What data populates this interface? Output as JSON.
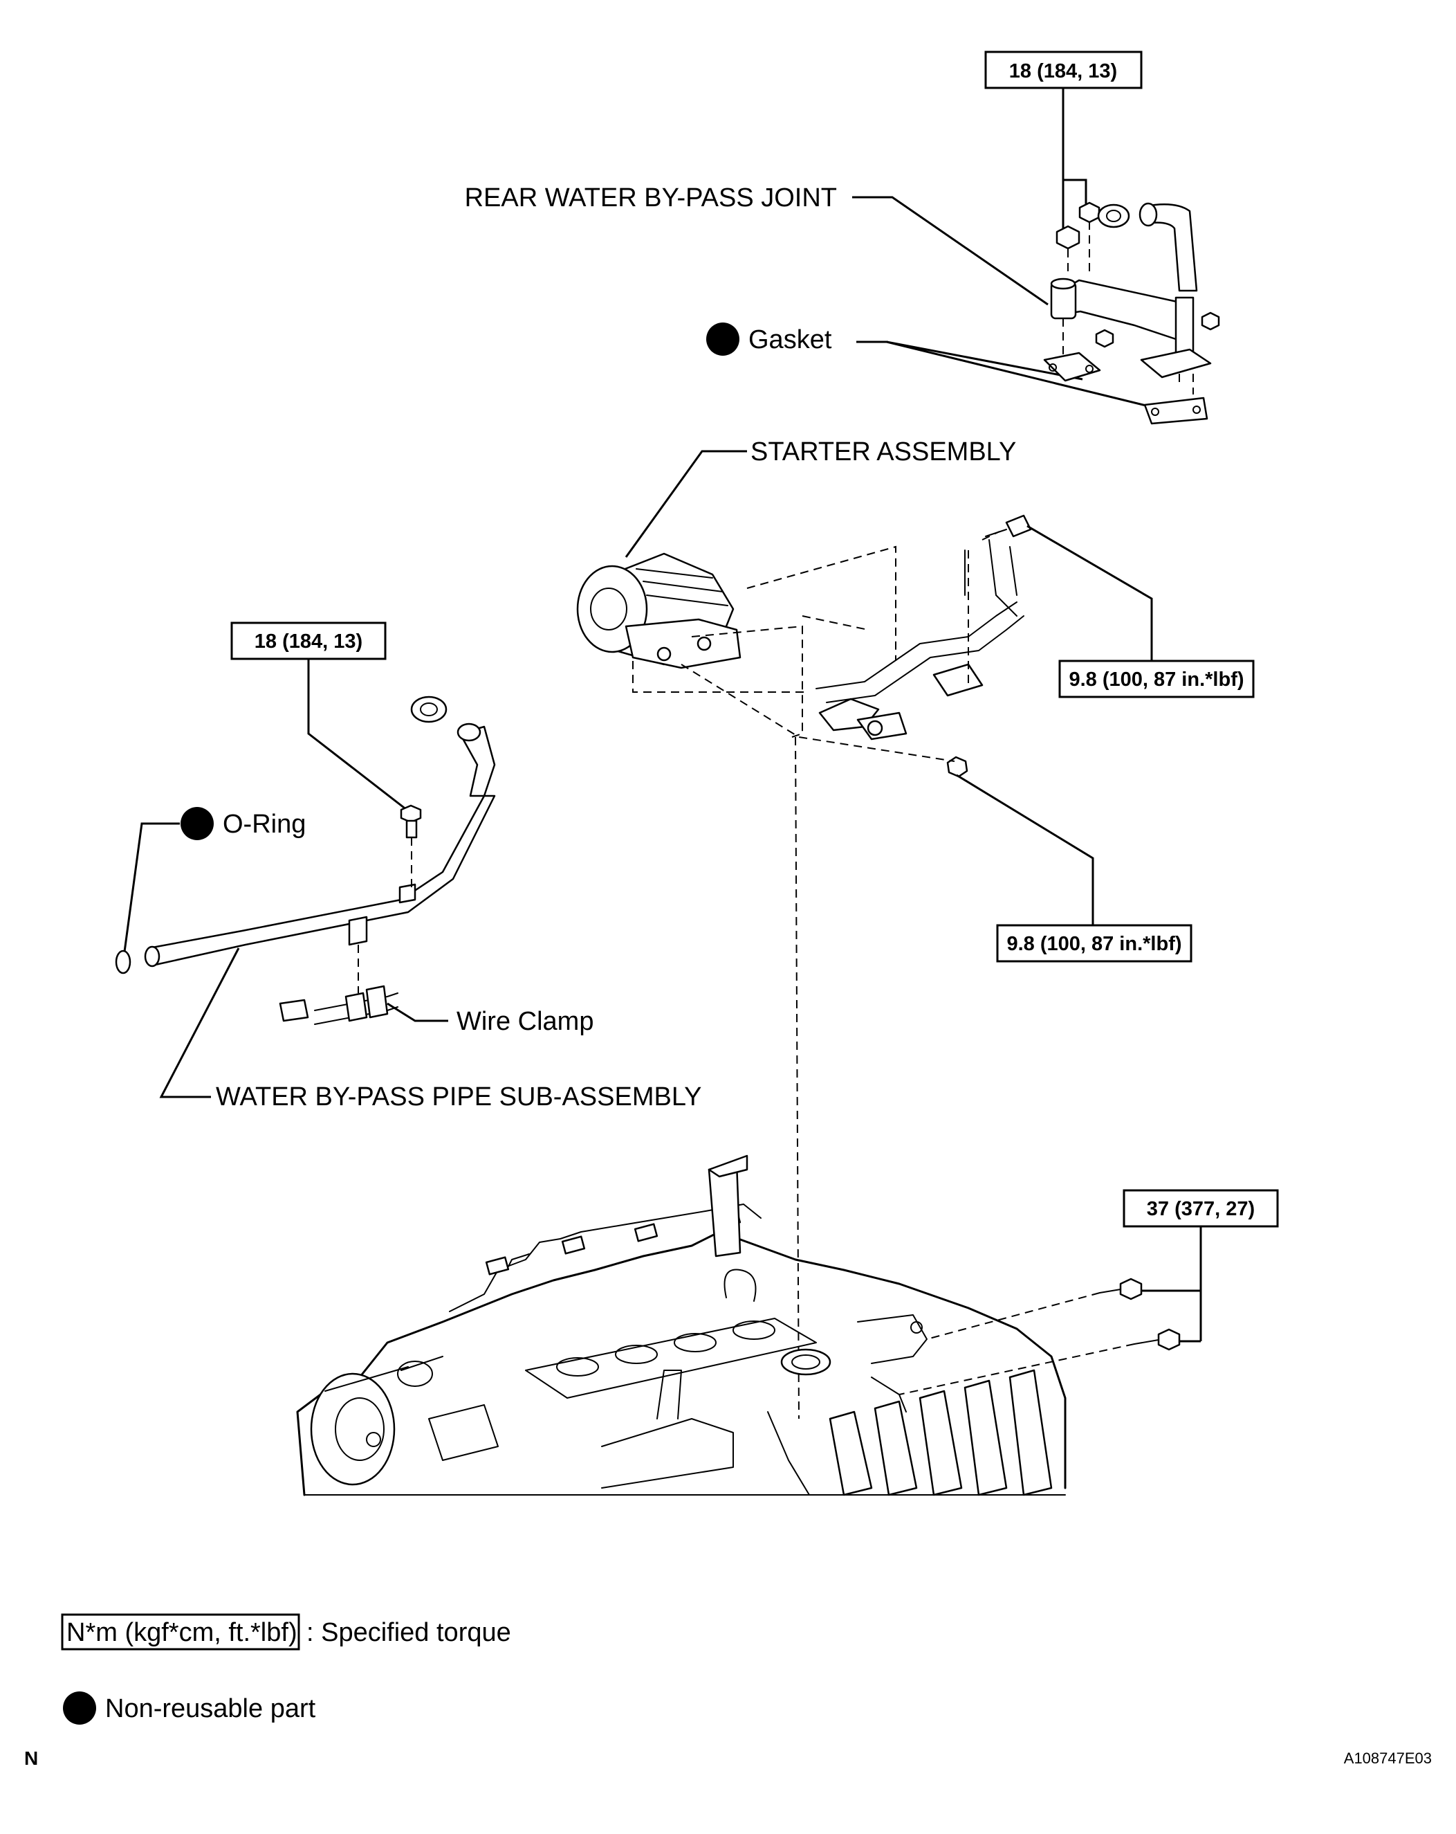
{
  "labels": {
    "rear_joint": "REAR WATER BY-PASS JOINT",
    "gasket": "Gasket",
    "starter": "STARTER ASSEMBLY",
    "oring": "O-Ring",
    "wire_clamp": "Wire Clamp",
    "pipe": "WATER BY-PASS PIPE SUB-ASSEMBLY"
  },
  "torques": {
    "joint_nut": "18 (184, 13)",
    "pipe_bolt": "18 (184, 13)",
    "starter_bolt": "9.8 (100, 87 in.*lbf)",
    "starter_nut": "9.8 (100, 87 in.*lbf)",
    "block_bolts": "37 (377, 27)"
  },
  "legend": {
    "torque_unit": "N*m (kgf*cm, ft.*lbf)",
    "torque_desc": ": Specified torque",
    "nonreusable": "Non-reusable part"
  },
  "footer": {
    "mark": "N",
    "figure_id": "A108747E03"
  }
}
